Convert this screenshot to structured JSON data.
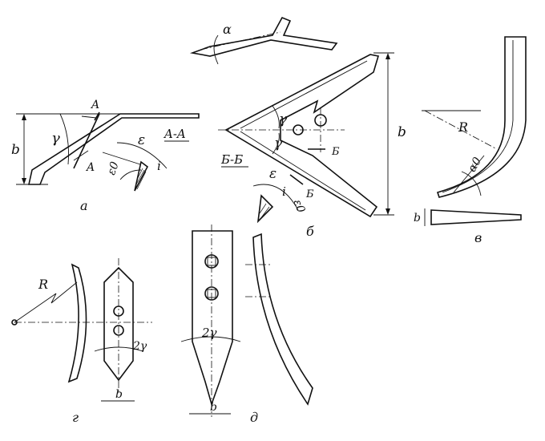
{
  "labels": {
    "b": "b",
    "A": "A",
    "section_AA": "A-A",
    "section_BB": "Б-Б",
    "B": "Б",
    "gamma": "γ",
    "epsilon": "ε",
    "epsilon0": "ε0",
    "i": "i",
    "alpha": "α",
    "R": "R",
    "alpha0": "α0",
    "two_gamma": "2γ"
  },
  "captions": {
    "a": "а",
    "b": "б",
    "v": "в",
    "g": "г",
    "d": "д"
  }
}
